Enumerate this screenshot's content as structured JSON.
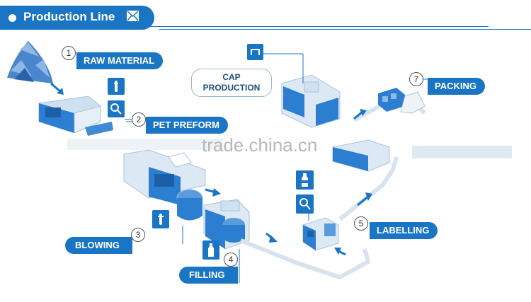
{
  "header": {
    "title": "Production Line"
  },
  "steps": [
    {
      "num": "1",
      "label": "RAW MATERIAL"
    },
    {
      "num": "2",
      "label": "PET PREFORM"
    },
    {
      "num": "3",
      "label": "BLOWING"
    },
    {
      "num": "4",
      "label": "FILLING"
    },
    {
      "num": "5",
      "label": "LABELLING"
    },
    {
      "num": "7",
      "label": "PACKING"
    }
  ],
  "cap": {
    "line1": "CAP",
    "line2": "PRODUCTION"
  },
  "watermark": "trade.china.cn",
  "colors": {
    "accent": "#1a75c4",
    "machine": "#2c7fd0",
    "light": "#cfe0f0"
  }
}
